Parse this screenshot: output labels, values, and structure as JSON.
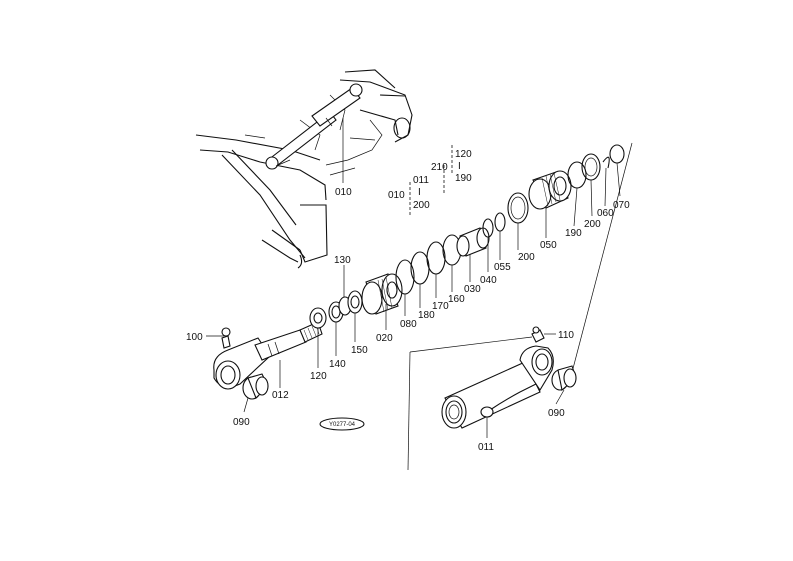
{
  "callouts": {
    "c010_top": "010",
    "c120_a": "120",
    "c210": "210",
    "c011": "011",
    "c190_a": "190",
    "c010_b": "010",
    "c200_a": "200",
    "c070": "070",
    "c060": "060",
    "c200_b": "200",
    "c190_b": "190",
    "c050": "050",
    "c200_c": "200",
    "c055": "055",
    "c040": "040",
    "c030": "030",
    "c160": "160",
    "c170": "170",
    "c180": "180",
    "c080": "080",
    "c020": "020",
    "c130": "130",
    "c150": "150",
    "c140": "140",
    "c120_b": "120",
    "c100": "100",
    "c012": "012",
    "c090_a": "090",
    "c110": "110",
    "c090_b": "090",
    "c011_b": "011",
    "range_sep": "I"
  },
  "figure_code": "Y0277-04"
}
